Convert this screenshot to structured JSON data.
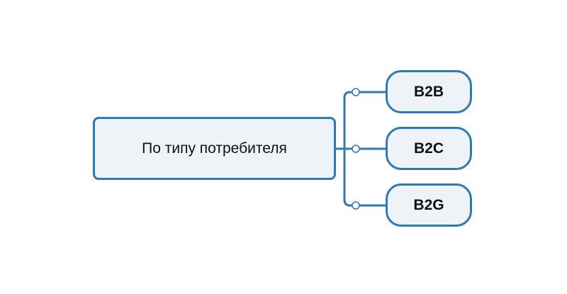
{
  "diagram": {
    "root": {
      "label": "По типу потребителя"
    },
    "children": [
      {
        "label": "B2B"
      },
      {
        "label": "B2C"
      },
      {
        "label": "B2G"
      }
    ]
  },
  "colors": {
    "stroke": "#2f79b4",
    "fill": "#eef3f8",
    "text": "#111111",
    "background": "#ffffff"
  }
}
